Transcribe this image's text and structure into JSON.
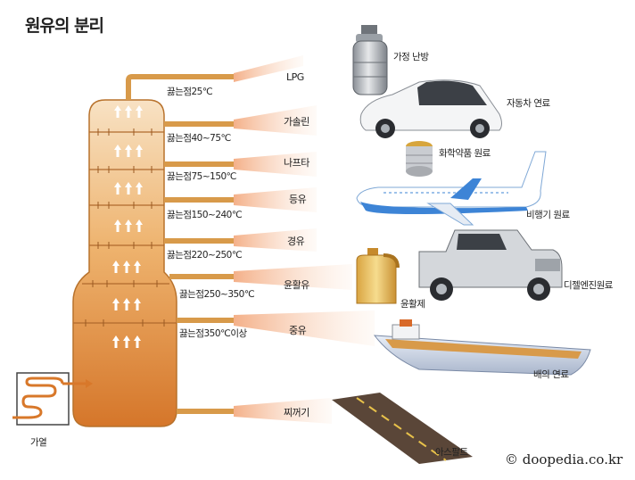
{
  "title": "원유의 분리",
  "heater_label": "가열",
  "credit": "© doopedia.co.kr",
  "fractions": [
    {
      "boiling": "끓는점25℃",
      "name": "LPG",
      "use": "가정 난방"
    },
    {
      "boiling": "끓는점40~75℃",
      "name": "가솔린",
      "use": "자동차 연료"
    },
    {
      "boiling": "끓는점75~150℃",
      "name": "나프타",
      "use": "화학약품 원료"
    },
    {
      "boiling": "끓는점150~240℃",
      "name": "등유",
      "use": "비행기 원료"
    },
    {
      "boiling": "끓는점220~250℃",
      "name": "경유",
      "use": "디젤엔진원료"
    },
    {
      "boiling": "끓는점250~350℃",
      "name": "윤활유",
      "use": "윤활제"
    },
    {
      "boiling": "끓는점350℃이상",
      "name": "중유",
      "use": "배의 연료"
    },
    {
      "boiling": "",
      "name": "찌꺼기",
      "use": "아스팔트"
    }
  ],
  "colors": {
    "column_top": "#f6d8b0",
    "column_bottom": "#d8782a",
    "pipe": "#d89a4a",
    "beam": "#f4b58a"
  }
}
